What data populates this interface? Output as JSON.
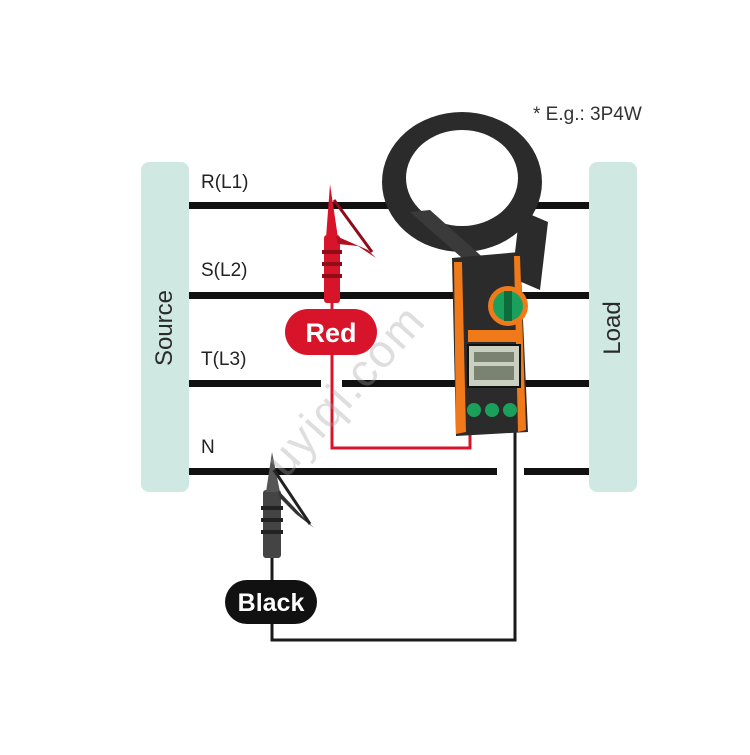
{
  "note": "* E.g.: 3P4W",
  "source_label": "Source",
  "load_label": "Load",
  "phases": [
    "R(L1)",
    "S(L2)",
    "T(L3)",
    "N"
  ],
  "probes": {
    "red_label": "Red",
    "black_label": "Black"
  },
  "watermark": "uyiqi.com",
  "colors": {
    "bar": "#cfe8e2",
    "red": "#d7142a",
    "black": "#111111",
    "meter": "#2b2b2b",
    "accent": "#f07a1a",
    "dial": "#1aa05a"
  }
}
